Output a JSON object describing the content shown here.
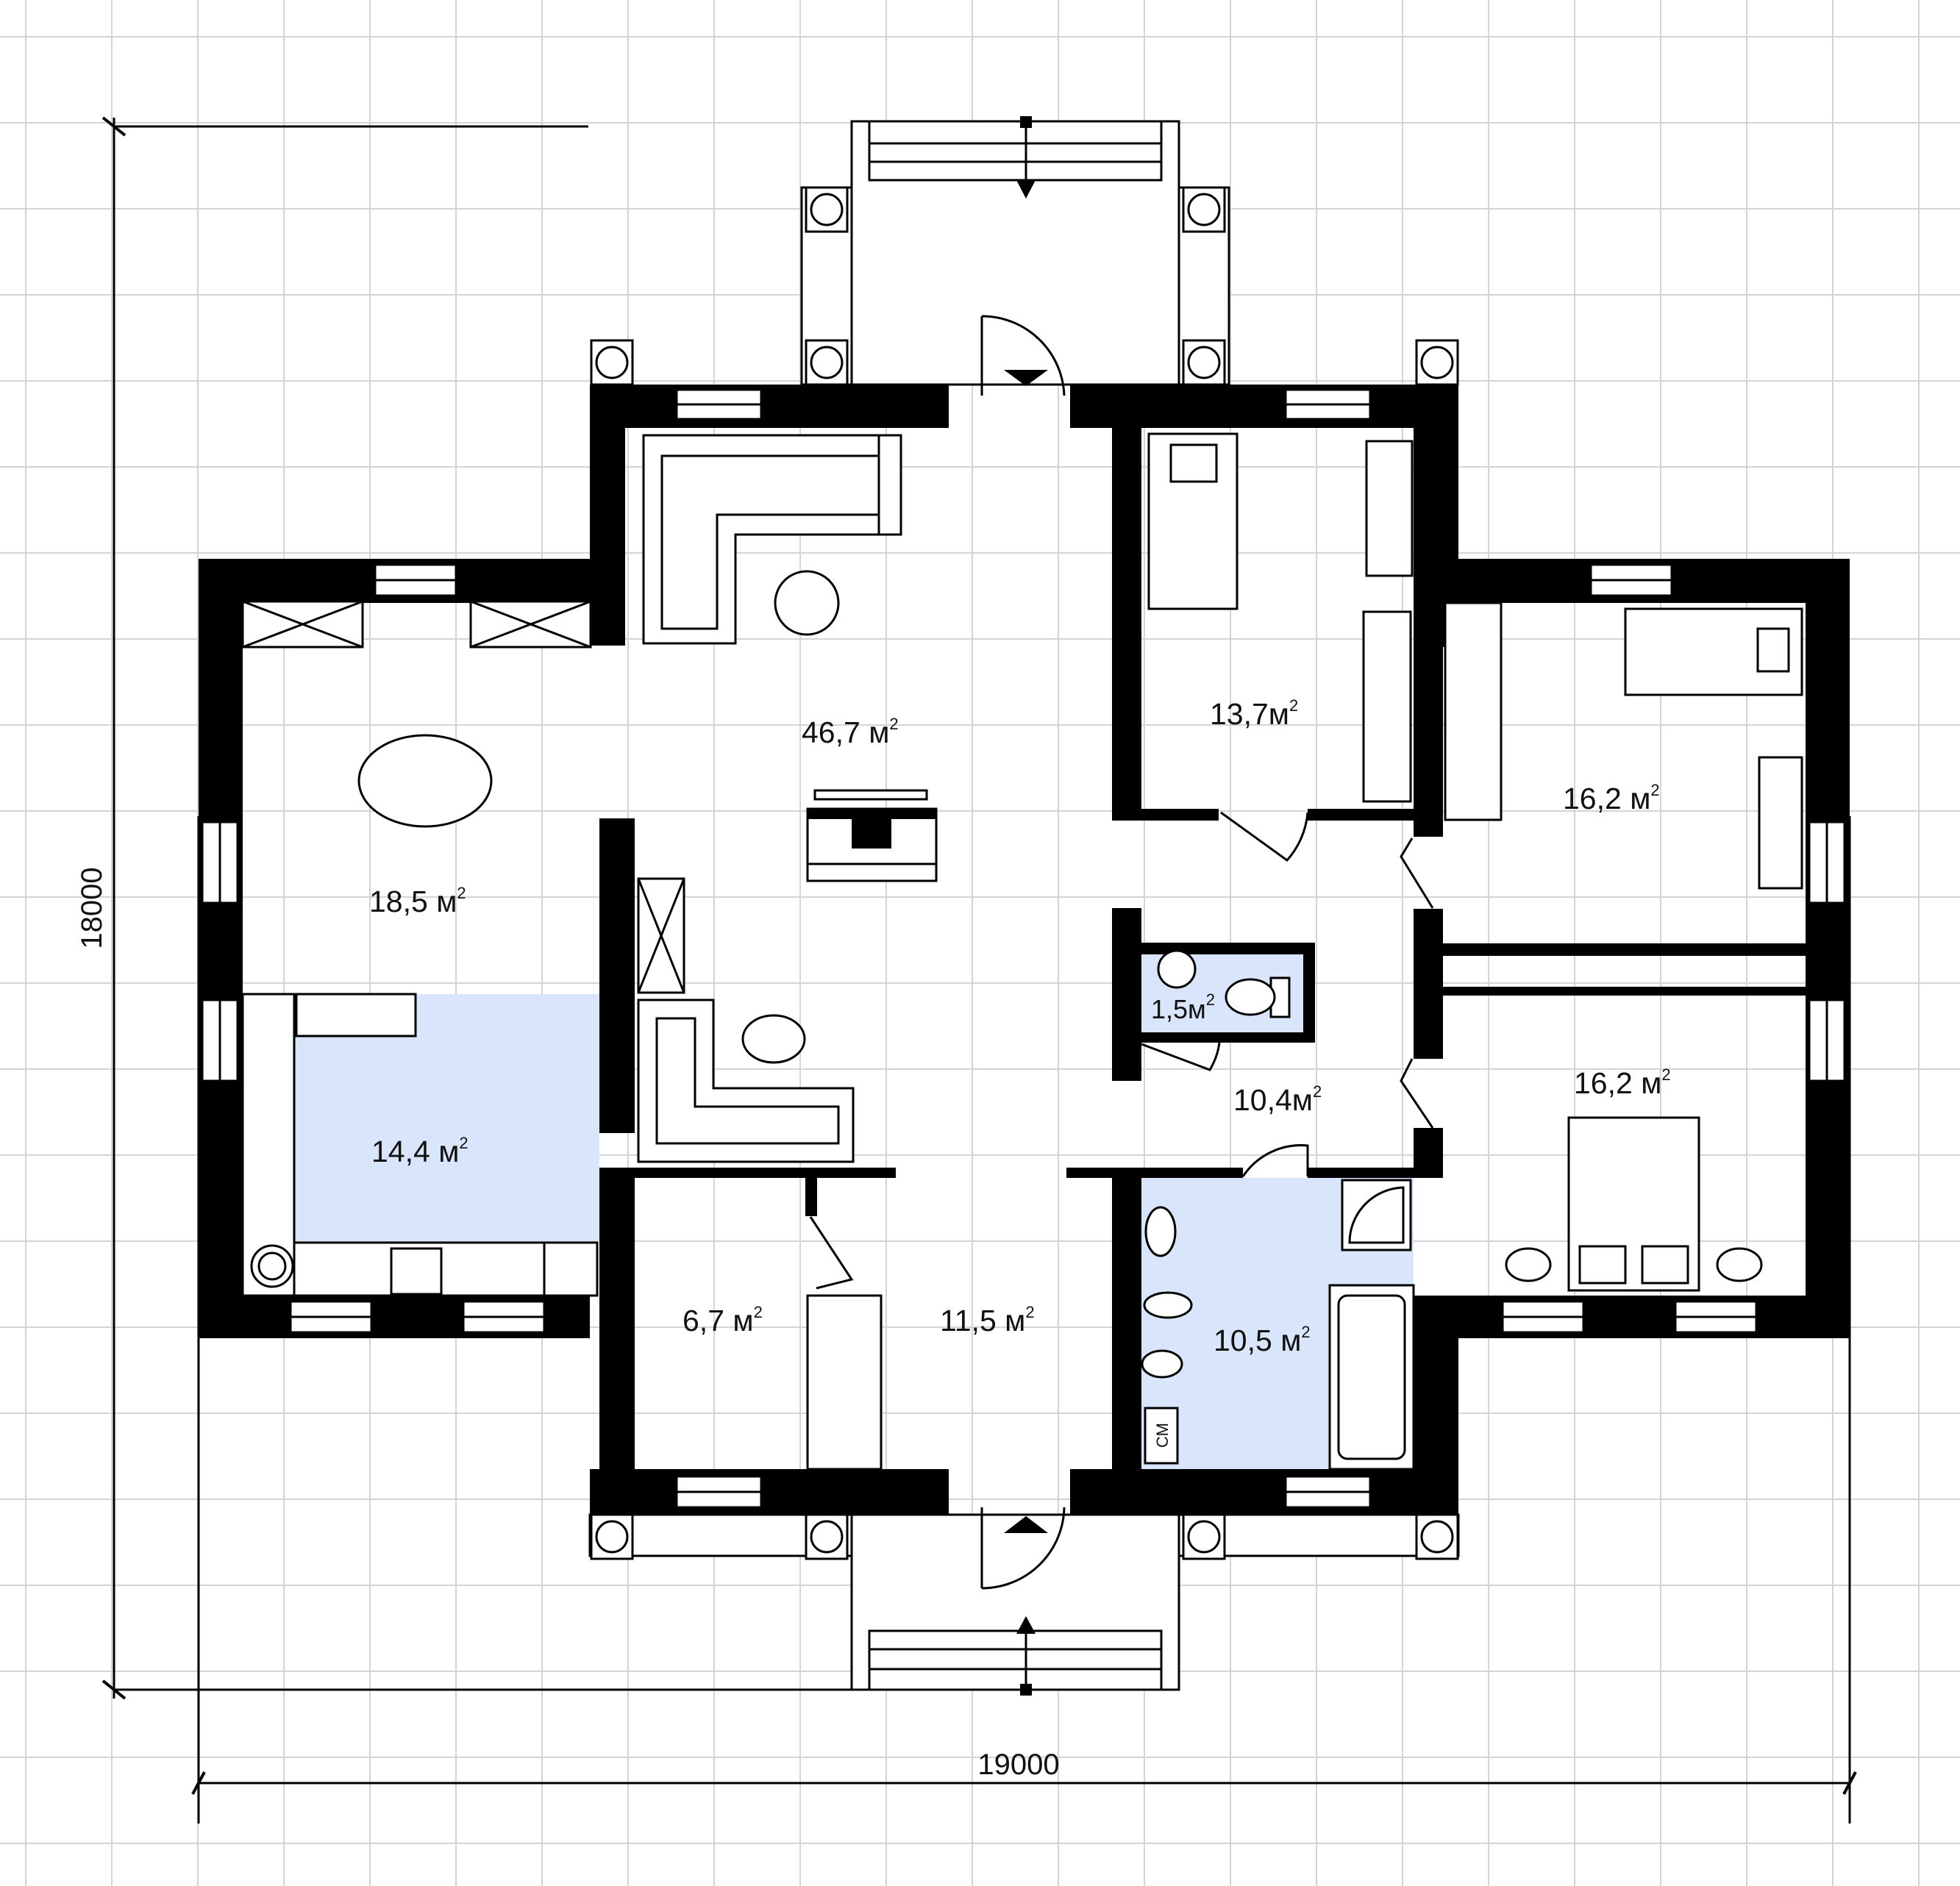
{
  "dimensions": {
    "height": "18000",
    "width": "19000"
  },
  "rooms": {
    "living": "46,7 м",
    "dining": "18,5 м",
    "kitchen": "14,4 м",
    "bedroom1": "13,7м",
    "bedroom2": "16,2 м",
    "bedroom3": "16,2 м",
    "wc": "1,5м",
    "hall": "10,4м",
    "bathroom": "10,5 м",
    "storage": "6,7 м",
    "entrance": "11,5 м"
  },
  "superscript": "2",
  "washer_label": "СМ",
  "colors": {
    "wet_zone": "#d9e5fb",
    "grid": "#d4d4d4",
    "wall": "#000000"
  }
}
